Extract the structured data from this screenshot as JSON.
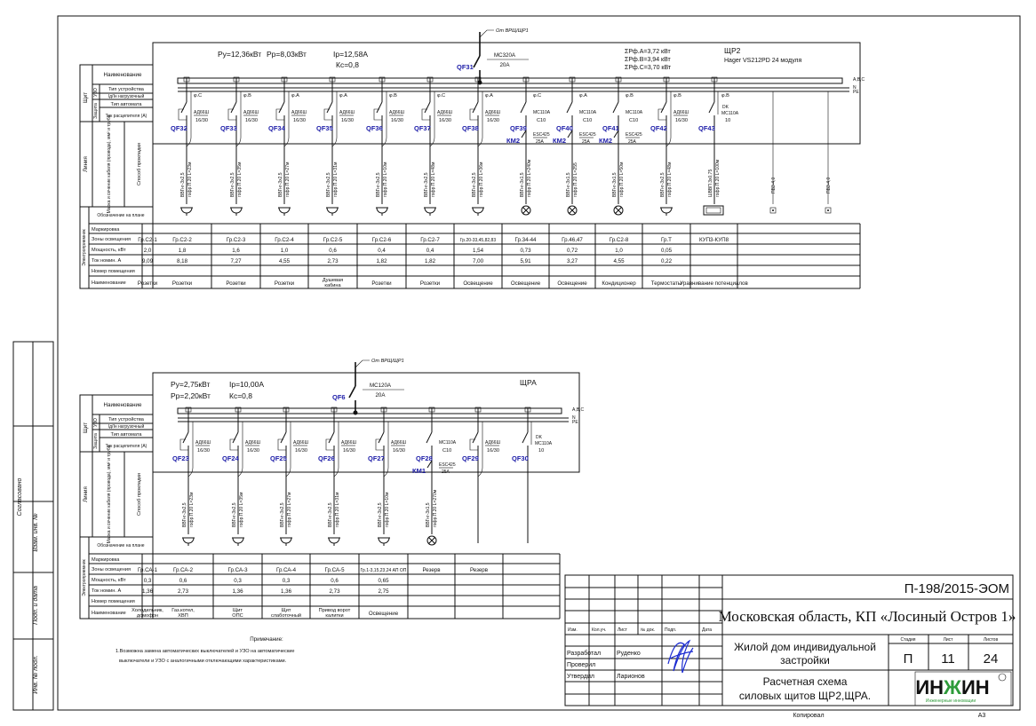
{
  "stamp_strip": {
    "agreed": "Согласовано",
    "replace_inv": "Взам. инв. №",
    "sign_date": "Подп. и дата",
    "inv_orig": "Инв. № подл."
  },
  "row_labels": {
    "panel_group": "Щит",
    "rcd_group": "УЗО",
    "protection_group": "Защита",
    "line_group": "Линия",
    "receiver_group": "Электроприемник",
    "name": "Наименование",
    "device_type": "Тип устройства",
    "rated_current": "Iд/Iн нагрузочный",
    "breaker_type": "Тип автомата",
    "trip_current": "Ток расцепителя (А)",
    "cable": "Марка и сечение кабеля (провода), мм² и труба",
    "laying": "Способ прокладки",
    "plan_mark": "Обозначение на плане",
    "marking": "Маркировка",
    "zones": "Зоны освещения",
    "power": "Мощность, кВт",
    "current": "Ток номин. А",
    "room": "Номер помещения",
    "receiver_name": "Наименование"
  },
  "bus_labels": [
    "A,B,C",
    "N",
    "PE"
  ],
  "shr2": {
    "header": {
      "py": "Ру=12,36кВт",
      "pp": "Рр=8,03кВт",
      "ip": "Iр=12,58А",
      "kc": "Кс=0,8",
      "sum_a": "ΣРф.А=3,72 кВт",
      "sum_b": "ΣРф.В=3,94 кВт",
      "sum_c": "ΣРф.С=3,70 кВт",
      "name": "ЩР2",
      "model": "Hager VS212PD 24 модуля",
      "feed": "От ВРЩ/ЩР1",
      "main_qf": "QF31",
      "main_model": "МС320А",
      "main_rating": "20А"
    },
    "circuits": [
      {
        "type": "ad",
        "qf": "QF32",
        "phase": "φ.С",
        "model": "АД66Ш",
        "rating": "16/30",
        "cable": "ВВГнг-3х2,5",
        "route": "гофр.П.20 L=23м",
        "load": "socket"
      },
      {
        "type": "ad",
        "qf": "QF33",
        "phase": "φ.В",
        "model": "АД66Ш",
        "rating": "16/30",
        "cable": "ВВГнг-3х2,5",
        "route": "гофр.П.20 L=35м",
        "load": "socket"
      },
      {
        "type": "ad",
        "qf": "QF34",
        "phase": "φ.А",
        "model": "АД66Ш",
        "rating": "16/30",
        "cable": "ВВГнг-3х2,5",
        "route": "гофр.П.20 L=27м",
        "load": "socket"
      },
      {
        "type": "ad",
        "qf": "QF35",
        "phase": "φ.А",
        "model": "АД66Ш",
        "rating": "16/30",
        "cable": "ВВГнг-3х2,5",
        "route": "гофр.П.20 L=31м",
        "load": "socket"
      },
      {
        "type": "ad",
        "qf": "QF36",
        "phase": "φ.В",
        "model": "АД66Ш",
        "rating": "16/30",
        "cable": "ВВГнг-3х2,5",
        "route": "гофр.П.20 L=10м",
        "load": "socket"
      },
      {
        "type": "ad",
        "qf": "QF37",
        "phase": "φ.С",
        "model": "АД66Ш",
        "rating": "16/30",
        "cable": "ВВГнг-3х2,5",
        "route": "гофр.П.20 L=48м",
        "load": "socket"
      },
      {
        "type": "ad",
        "qf": "QF38",
        "phase": "φ.А",
        "model": "АД66Ш",
        "rating": "16/30",
        "cable": "ВВГнг-3х2,5",
        "route": "гофр.П.20 L=36м",
        "load": "socket"
      },
      {
        "type": "mc",
        "qf": "QF39",
        "phase": "φ.С",
        "model": "МС110А",
        "rating": "С10",
        "km": "КМ2",
        "rcd_model": "ESC425",
        "rcd_rating": "25А",
        "cable": "ВВГнг-3х1,5",
        "route": "гофр.П.20 L=240м",
        "load": "lamp"
      },
      {
        "type": "mc",
        "qf": "QF40",
        "phase": "φ.А",
        "model": "МС110А",
        "rating": "С10",
        "km": "КМ2",
        "rcd_model": "ESC425",
        "rcd_rating": "25А",
        "cable": "ВВГнг-3х1,5",
        "route": "гофр.П.20 L=255",
        "load": "lamp"
      },
      {
        "type": "mc",
        "qf": "QF41",
        "phase": "φ.В",
        "model": "МС110А",
        "rating": "С10",
        "km": "КМ2",
        "rcd_model": "ESC425",
        "rcd_rating": "25А",
        "cable": "ВВГнг-3х1,5",
        "route": "гофр.П.20 L=50м",
        "load": "lamp"
      },
      {
        "type": "ad",
        "qf": "QF42",
        "phase": "φ.В",
        "model": "АД66Ш",
        "rating": "16/30",
        "cable": "ВВГнг-3х2,5",
        "route": "гофр.П.20 L=48м",
        "load": "socket"
      },
      {
        "type": "ds",
        "qf": "QF43",
        "phase": "φ.В",
        "prefix": "DK",
        "model": "МС110А",
        "rating": "10",
        "cable": "ШВВП 3х0,75",
        "route": "гофр.П.20 L=100м",
        "load": "thermostat"
      },
      {
        "type": "pe",
        "cable": "ПВ3-4,0",
        "load": "pe"
      },
      {
        "type": "pe",
        "cable": "ПВ3-4,0",
        "load": "pe"
      }
    ],
    "table": {
      "zones": [
        "Гр.С2-1",
        "Гр.С2-2",
        "Гр.С2-3",
        "Гр.С2-4",
        "Гр.С2-5",
        "Гр.С2-6",
        "Гр.С2-7",
        "Гр.20-33,45,82,83",
        "Гр.34-44",
        "Гр.46,47",
        "Гр.С2-8",
        "Гр.Т",
        "КУП3-КУП8"
      ],
      "power": [
        "2,0",
        "1,8",
        "1,6",
        "1,0",
        "0,6",
        "0,4",
        "0,4",
        "1,54",
        "0,73",
        "0,72",
        "1,0",
        "0,05",
        ""
      ],
      "current": [
        "9,09",
        "8,18",
        "7,27",
        "4,55",
        "2,73",
        "1,82",
        "1,82",
        "7,00",
        "5,91",
        "3,27",
        "4,55",
        "0,22",
        ""
      ],
      "names": [
        [
          "Розетки"
        ],
        [
          "Розетки"
        ],
        [
          "Розетки"
        ],
        [
          "Розетки"
        ],
        [
          "Душевая",
          "кабина"
        ],
        [
          "Розетки"
        ],
        [
          "Розетки"
        ],
        [
          "Освещение"
        ],
        [
          "Освещение"
        ],
        [
          "Освещение"
        ],
        [
          "Кондиционер"
        ],
        [
          "Термостаты"
        ],
        [
          "Уравнивание потенциалов"
        ]
      ]
    }
  },
  "shra": {
    "header": {
      "py": "Ру=2,75кВт",
      "pp": "Рр=2,20кВт",
      "ip": "Iр=10,00А",
      "kc": "Кс=0,8",
      "name": "ЩРА",
      "feed": "От ВРЩ/ЩР1",
      "main_qf": "QF6",
      "main_model": "МС120А",
      "main_rating": "20А"
    },
    "circuits": [
      {
        "type": "ad",
        "qf": "QF23",
        "model": "АД66Ш",
        "rating": "16/30",
        "cable": "ВВГнг-3х2,5",
        "route": "гофр.П.20 L=23м",
        "load": "socket"
      },
      {
        "type": "ad",
        "qf": "QF24",
        "model": "АД66Ш",
        "rating": "16/30",
        "cable": "ВВГнг-3х2,5",
        "route": "гофр.П.20 L=35м",
        "load": "socket"
      },
      {
        "type": "ad",
        "qf": "QF25",
        "model": "АД66Ш",
        "rating": "16/30",
        "cable": "ВВГнг-3х2,5",
        "route": "гофр.П.20 L=27м",
        "load": "socket"
      },
      {
        "type": "ad",
        "qf": "QF26",
        "model": "АД66Ш",
        "rating": "16/30",
        "cable": "ВВГнг-3х2,5",
        "route": "гофр.П.20 L=31м",
        "load": "socket"
      },
      {
        "type": "ad",
        "qf": "QF27",
        "model": "АД66Ш",
        "rating": "16/30",
        "cable": "ВВГнг-3х2,5",
        "route": "гофр.П.20 L=10м",
        "load": "socket"
      },
      {
        "type": "mc",
        "qf": "QF28",
        "model": "МС110А",
        "rating": "С10",
        "km": "КМ1",
        "rcd_model": "ESC425",
        "rcd_rating": "25А",
        "cable": "ВВГнг-3х1,5",
        "route": "гофр.П.20 L=270м",
        "load": "lamp"
      },
      {
        "type": "ad",
        "qf": "QF29",
        "model": "АД66Ш",
        "rating": "16/30",
        "load": "none"
      },
      {
        "type": "ds",
        "qf": "QF30",
        "prefix": "DK",
        "model": "МС110А",
        "rating": "10",
        "load": "none"
      }
    ],
    "table": {
      "zones": [
        "Гр.СА-1",
        "Гр.СА-2",
        "Гр.СА-3",
        "Гр.СА-4",
        "Гр.СА-5",
        "Гр.1-3,15,23,24 АП ОП",
        "Резерв",
        "Резерв"
      ],
      "power": [
        "0,3",
        "0,6",
        "0,3",
        "0,3",
        "0,6",
        "0,65",
        "",
        ""
      ],
      "current": [
        "1,36",
        "2,73",
        "1,36",
        "1,36",
        "2,73",
        "2,75",
        "",
        ""
      ],
      "names": [
        [
          "Холодильник,",
          "домофон"
        ],
        [
          "Газ.котел,",
          "ХВП"
        ],
        [
          "Щит",
          "ОПС"
        ],
        [
          "Щит",
          "слаботочный"
        ],
        [
          "Привод ворот",
          "калитки"
        ],
        [
          "Освещение"
        ],
        [
          ""
        ],
        [
          ""
        ]
      ]
    }
  },
  "notes": {
    "title": "Примечание:",
    "line1": "1.Возможна замена автоматических выключателей и УЗО на автоматические",
    "line2": "выключатели и УЗО с аналогичными отключающими характеристиками."
  },
  "title_block": {
    "doc_code": "П-198/2015-ЭОМ",
    "location": "Московская область, КП «Лосиный Остров 1»",
    "object_line1": "Жилой дом индивидуальной",
    "object_line2": "застройки",
    "sheet_title_line1": "Расчетная схема",
    "sheet_title_line2": "силовых щитов ЩР2,ЩРА.",
    "columns": [
      "Изм.",
      "Кол.уч.",
      "Лист",
      "№ док.",
      "Подп.",
      "Дата"
    ],
    "roles": [
      {
        "role": "Разработал",
        "name": "Руденко"
      },
      {
        "role": "Проверил",
        "name": ""
      },
      {
        "role": "Утвердил",
        "name": "Ларионов"
      }
    ],
    "stage_label": "Стадия",
    "sheet_label": "Лист",
    "sheets_label": "Листов",
    "stage": "П",
    "sheet": "11",
    "sheets": "24",
    "logo": "ИНЖИН",
    "logo_sub": "Инженерные инновации",
    "copied": "Копировал",
    "format": "А3"
  },
  "colors": {
    "qf_label": "#1c1ca8",
    "signature": "#1b2bd0",
    "logo_green": "#2e9b3a"
  }
}
